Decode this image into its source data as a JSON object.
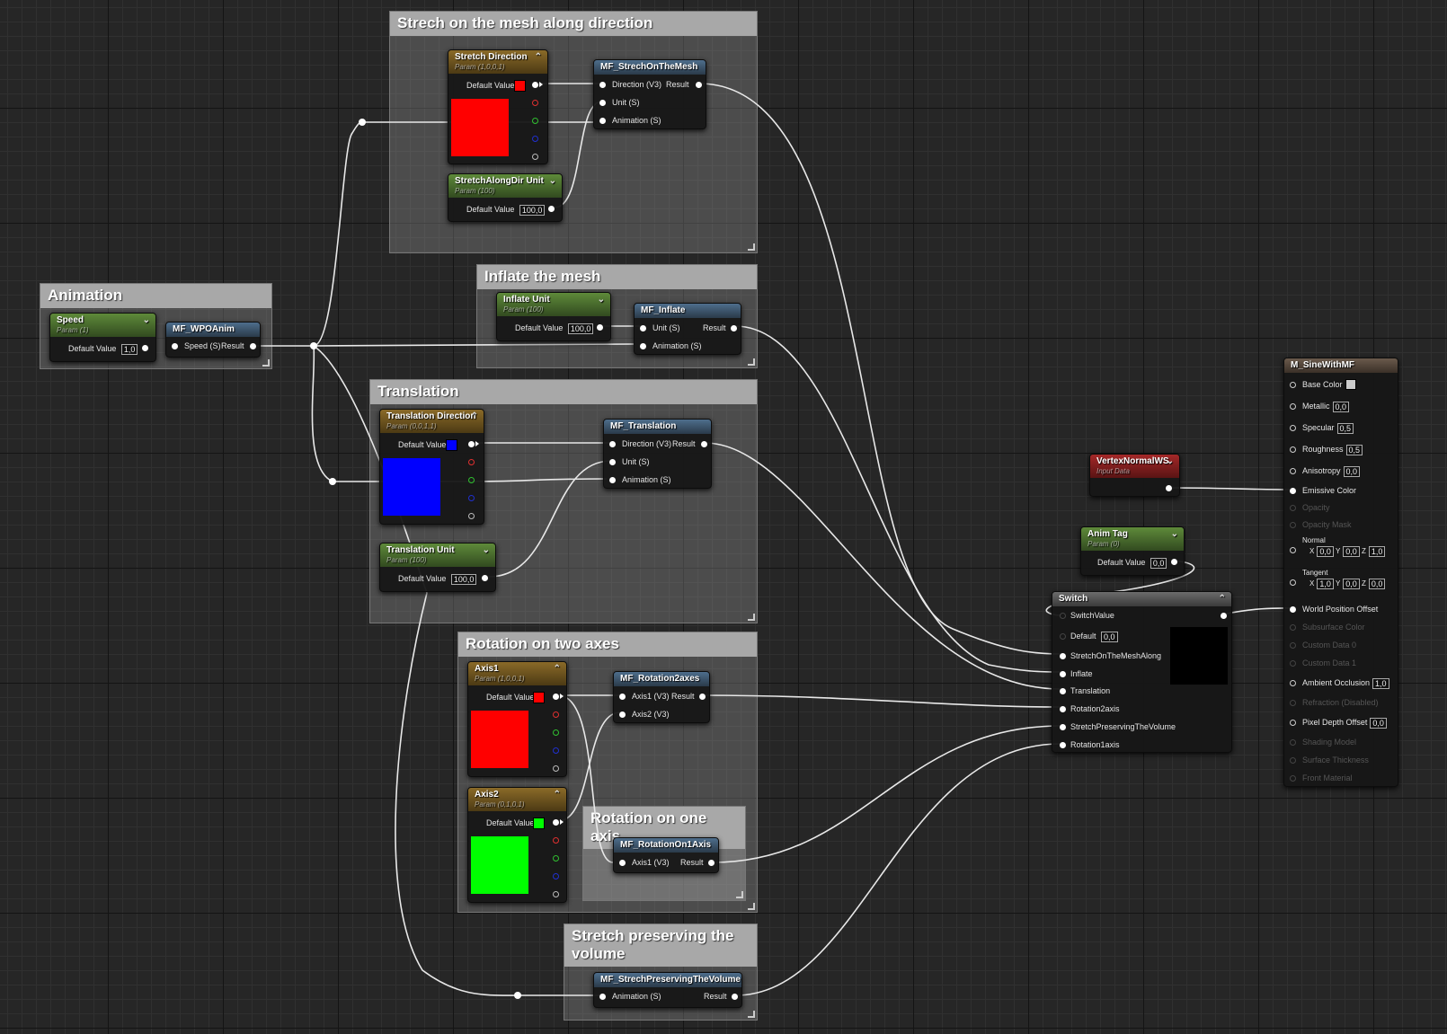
{
  "comments": {
    "stretch": "Strech on the mesh along direction",
    "inflate": "Inflate the mesh",
    "animation": "Animation",
    "translation": "Translation",
    "rotation2": "Rotation on two axes",
    "rotation1": "Rotation on one axis",
    "preserve": "Stretch preserving the volume"
  },
  "labels": {
    "default_value": "Default Value",
    "result": "Result",
    "direction_v3": "Direction (V3)",
    "unit_s": "Unit (S)",
    "animation_s": "Animation (S)",
    "speed_s": "Speed (S)",
    "axis1_v3": "Axis1 (V3)",
    "axis2_v3": "Axis2 (V3)"
  },
  "nodes": {
    "stretch_direction": {
      "title": "Stretch Direction",
      "sub": "Param (1,0,0,1)"
    },
    "stretch_unit": {
      "title": "StretchAlongDir Unit",
      "sub": "Param (100)",
      "value": "100,0"
    },
    "mf_stretch": {
      "title": "MF_StrechOnTheMesh"
    },
    "speed": {
      "title": "Speed",
      "sub": "Param (1)",
      "value": "1,0"
    },
    "mf_wpo": {
      "title": "MF_WPOAnim"
    },
    "inflate_unit": {
      "title": "Inflate Unit",
      "sub": "Param (100)",
      "value": "100,0"
    },
    "mf_inflate": {
      "title": "MF_Inflate"
    },
    "translation_direction": {
      "title": "Translation Direction",
      "sub": "Param (0,0,1,1)"
    },
    "translation_unit": {
      "title": "Translation Unit",
      "sub": "Param (100)",
      "value": "100,0"
    },
    "mf_translation": {
      "title": "MF_Translation"
    },
    "axis1": {
      "title": "Axis1",
      "sub": "Param (1,0,0,1)"
    },
    "axis2": {
      "title": "Axis2",
      "sub": "Param (0,1,0,1)"
    },
    "mf_rotation2": {
      "title": "MF_Rotation2axes"
    },
    "mf_rotation1": {
      "title": "MF_RotationOn1Axis"
    },
    "mf_preserve": {
      "title": "MF_StrechPreservingTheVolume"
    },
    "vertex_normal": {
      "title": "VertexNormalWS",
      "sub": "Input Data"
    },
    "anim_tag": {
      "title": "Anim Tag",
      "sub": "Param (0)",
      "value": "0,0"
    },
    "switch": {
      "title": "Switch",
      "switch_value": "SwitchValue",
      "default": "Default",
      "default_value": "0,0",
      "inputs": [
        "StretchOnTheMeshAlong",
        "Inflate",
        "Translation",
        "Rotation2axis",
        "StretchPreservingTheVolume",
        "Rotation1axis"
      ]
    },
    "material": {
      "title": "M_SineWithMF",
      "base_color": "Base Color",
      "metallic": "Metallic",
      "metallic_value": "0,0",
      "specular": "Specular",
      "specular_value": "0,5",
      "roughness": "Roughness",
      "roughness_value": "0,5",
      "anisotropy": "Anisotropy",
      "anisotropy_value": "0,0",
      "emissive": "Emissive Color",
      "opacity": "Opacity",
      "opacity_mask": "Opacity Mask",
      "normal": "Normal",
      "normal_x": "0,0",
      "normal_y": "0,0",
      "normal_z": "1,0",
      "tangent": "Tangent",
      "tangent_x": "1,0",
      "tangent_y": "0,0",
      "tangent_z": "0,0",
      "wpo": "World Position Offset",
      "subsurface": "Subsurface Color",
      "custom0": "Custom Data 0",
      "custom1": "Custom Data 1",
      "ao": "Ambient Occlusion",
      "ao_value": "1,0",
      "refraction": "Refraction (Disabled)",
      "pdo": "Pixel Depth Offset",
      "pdo_value": "0,0",
      "shading_model": "Shading Model",
      "surface_thickness": "Surface Thickness",
      "front_material": "Front Material",
      "x": "X",
      "y": "Y",
      "z": "Z"
    }
  },
  "colors": {
    "stretch_direction": "#ff0000",
    "translation_direction": "#0000ff",
    "axis1": "#ff0000",
    "axis2": "#00ff00",
    "switch_preview": "#000000",
    "base_color": "#cccccc"
  },
  "icons": {
    "collapse": "chevron-up-icon",
    "expand": "chevron-down-icon"
  }
}
